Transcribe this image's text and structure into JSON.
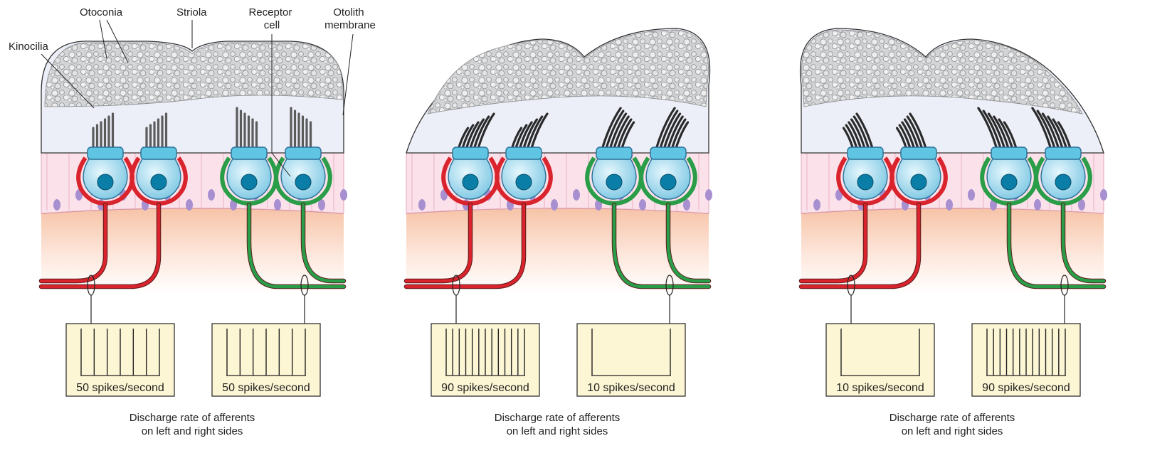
{
  "labels": {
    "otoconia": "Otoconia",
    "striola": "Striola",
    "receptor_line1": "Receptor",
    "receptor_line2": "cell",
    "otolith_line1": "Otolith",
    "otolith_line2": "membrane",
    "kinocilia": "Kinocilia"
  },
  "panels": [
    {
      "tilt": "upright",
      "left_rate": 50,
      "right_rate": 50,
      "left_label": "50 spikes/second",
      "right_label": "50 spikes/second",
      "caption_line1": "Discharge rate of afferents",
      "caption_line2": "on left and right sides"
    },
    {
      "tilt": "right",
      "left_rate": 90,
      "right_rate": 10,
      "left_label": "90 spikes/second",
      "right_label": "10 spikes/second",
      "caption_line1": "Discharge rate of afferents",
      "caption_line2": "on left and right sides"
    },
    {
      "tilt": "left",
      "left_rate": 10,
      "right_rate": 90,
      "left_label": "10 spikes/second",
      "right_label": "90 spikes/second",
      "caption_line1": "Discharge rate of afferents",
      "caption_line2": "on left and right sides"
    }
  ],
  "colors": {
    "red_afferent": "#d9232d",
    "green_afferent": "#2a9d48",
    "hair_cell": "#8fd3ea",
    "nucleus": "#0a7ea6",
    "endolymph": "#eceef8",
    "epithelium": "#fbe2ea",
    "supporting_nucleus": "#a88fd0",
    "spike_box": "#fdf6d4"
  }
}
